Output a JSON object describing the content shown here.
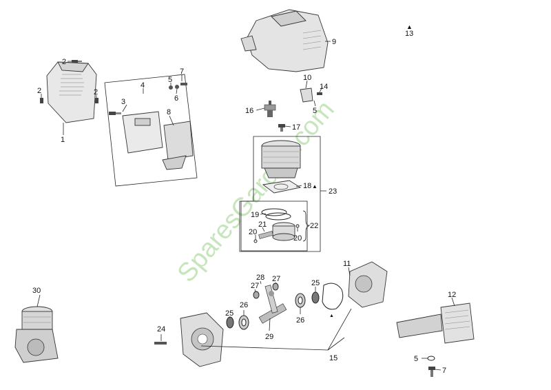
{
  "watermark": "SparesGarden.com",
  "callouts": [
    {
      "id": "c1",
      "text": "1"
    },
    {
      "id": "c2a",
      "text": "2"
    },
    {
      "id": "c2b",
      "text": "2"
    },
    {
      "id": "c2c",
      "text": "2"
    },
    {
      "id": "c3",
      "text": "3"
    },
    {
      "id": "c4",
      "text": "4"
    },
    {
      "id": "c5a",
      "text": "5"
    },
    {
      "id": "c5b",
      "text": "5"
    },
    {
      "id": "c5c",
      "text": "5"
    },
    {
      "id": "c6",
      "text": "6"
    },
    {
      "id": "c7a",
      "text": "7"
    },
    {
      "id": "c7b",
      "text": "7"
    },
    {
      "id": "c8",
      "text": "8"
    },
    {
      "id": "c9",
      "text": "9"
    },
    {
      "id": "c10",
      "text": "10"
    },
    {
      "id": "c11",
      "text": "11"
    },
    {
      "id": "c12",
      "text": "12"
    },
    {
      "id": "c13",
      "text": "13"
    },
    {
      "id": "c14",
      "text": "14"
    },
    {
      "id": "c15",
      "text": "15"
    },
    {
      "id": "c16",
      "text": "16"
    },
    {
      "id": "c17",
      "text": "17"
    },
    {
      "id": "c18",
      "text": "18"
    },
    {
      "id": "c19",
      "text": "19"
    },
    {
      "id": "c20a",
      "text": "20"
    },
    {
      "id": "c20b",
      "text": "20"
    },
    {
      "id": "c21",
      "text": "21"
    },
    {
      "id": "c22",
      "text": "22"
    },
    {
      "id": "c23",
      "text": "23"
    },
    {
      "id": "c24",
      "text": "24"
    },
    {
      "id": "c25a",
      "text": "25"
    },
    {
      "id": "c25b",
      "text": "25"
    },
    {
      "id": "c26a",
      "text": "26"
    },
    {
      "id": "c26b",
      "text": "26"
    },
    {
      "id": "c27a",
      "text": "27"
    },
    {
      "id": "c27b",
      "text": "27"
    },
    {
      "id": "c28",
      "text": "28"
    },
    {
      "id": "c29",
      "text": "29"
    },
    {
      "id": "c30",
      "text": "30"
    }
  ]
}
